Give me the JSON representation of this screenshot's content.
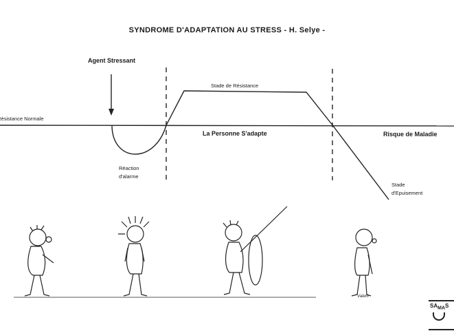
{
  "title": "SYNDROME D'ADAPTATION AU STRESS - H. Selye -",
  "labels": {
    "agent": "Agent Stressant",
    "resistance_normale": "Résistance Normale",
    "stade_resistance": "Stade de Résistance",
    "adapte": "La Personne S'adapte",
    "risque": "Risque de Maladie",
    "reaction_line1": "Réaction",
    "reaction_line2": "d'alarme",
    "epuisement_line1": "Stade",
    "epuisement_line2": "d'Epuisement"
  },
  "signature": "Valem",
  "logo": "SAMAS"
}
